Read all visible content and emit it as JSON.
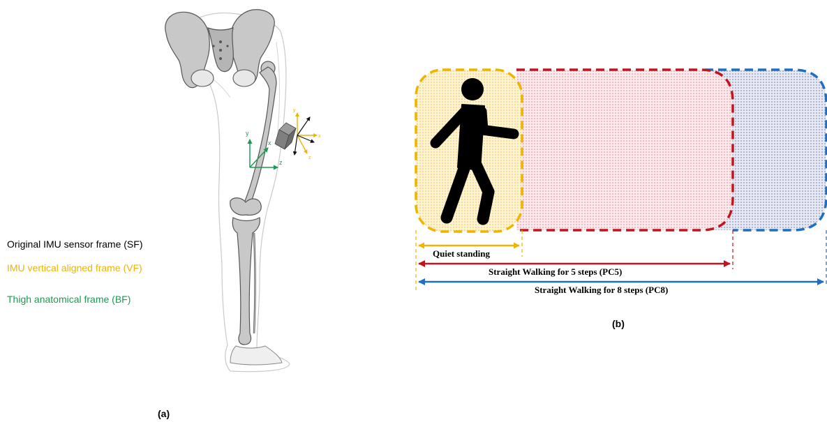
{
  "legend": {
    "sf": "Original IMU sensor frame (SF)",
    "vf": "IMU vertical aligned frame (VF)",
    "bf": "Thigh anatomical frame (BF)"
  },
  "panel_a": {
    "caption": "(a)",
    "bf_axes": {
      "x": "x",
      "y": "y",
      "z": "z"
    },
    "vf_axes": {
      "y": "y",
      "x": "x",
      "z": "z"
    }
  },
  "panel_b": {
    "caption": "(b)",
    "phases": {
      "quiet": "Quiet standing",
      "pc5": "Straight Walking  for 5 steps (PC5)",
      "pc8": "Straight Walking  for 8 steps (PC8)"
    }
  },
  "colors": {
    "sf": "#000000",
    "vf": "#f0b400",
    "bf": "#1a9a50",
    "pc5": "#c0141e",
    "pc8": "#1f6fc0",
    "quiet": "#f0b400"
  },
  "icons": [
    "pelvis-skeleton",
    "femur-bone",
    "tibia-bone",
    "imu-sensor",
    "walking-person"
  ]
}
